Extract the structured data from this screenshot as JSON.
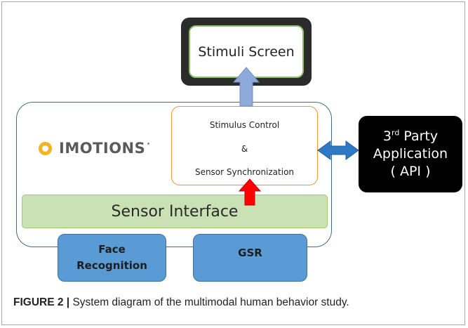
{
  "diagram": {
    "stimuli_screen": "Stimuli Screen",
    "stimulus_control": {
      "line1": "Stimulus Control",
      "line2": "&",
      "line3": "Sensor Synchronization"
    },
    "logo_text": "IMOTIONS",
    "sensor_interface": "Sensor Interface",
    "face_recognition": {
      "line1": "Face",
      "line2": "Recognition"
    },
    "gsr": "GSR",
    "third_party": {
      "line1_num": "3",
      "line1_sup": "rd",
      "line1_rest": " Party",
      "line2": "Application",
      "line3": "( API )"
    }
  },
  "caption": {
    "label": "FIGURE 2 |",
    "text": " System diagram of the multimodal human behavior study."
  },
  "colors": {
    "monitor": "#2b2b2b",
    "screen_border": "#8cc168",
    "main_border": "#41698f",
    "stim_border": "#f0943e",
    "sensor_bar": "#c9e1b4",
    "sensor_box": "#5b9bd5",
    "api_bg": "#000000",
    "logo_ring": "#f2b324",
    "arrow_up": "#8eaadb",
    "arrow_red": "#ff0000",
    "arrow_double": "#2f78c4"
  }
}
